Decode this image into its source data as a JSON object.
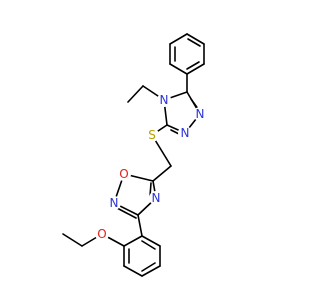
{
  "molecule": {
    "colors": {
      "N": "#2b35d8",
      "O": "#e02020",
      "S": "#b8a000",
      "C": "#000000"
    },
    "atoms": {
      "n4": {
        "text": "N",
        "element": "N"
      },
      "n1": {
        "text": "N",
        "element": "N"
      },
      "n2": {
        "text": "N",
        "element": "N"
      },
      "s": {
        "text": "S",
        "element": "S"
      },
      "o_oxadiazole": {
        "text": "O",
        "element": "O"
      },
      "n_oxadiazole_a": {
        "text": "N",
        "element": "N"
      },
      "n_oxadiazole_b": {
        "text": "N",
        "element": "N"
      },
      "o_ether": {
        "text": "O",
        "element": "O"
      }
    }
  }
}
